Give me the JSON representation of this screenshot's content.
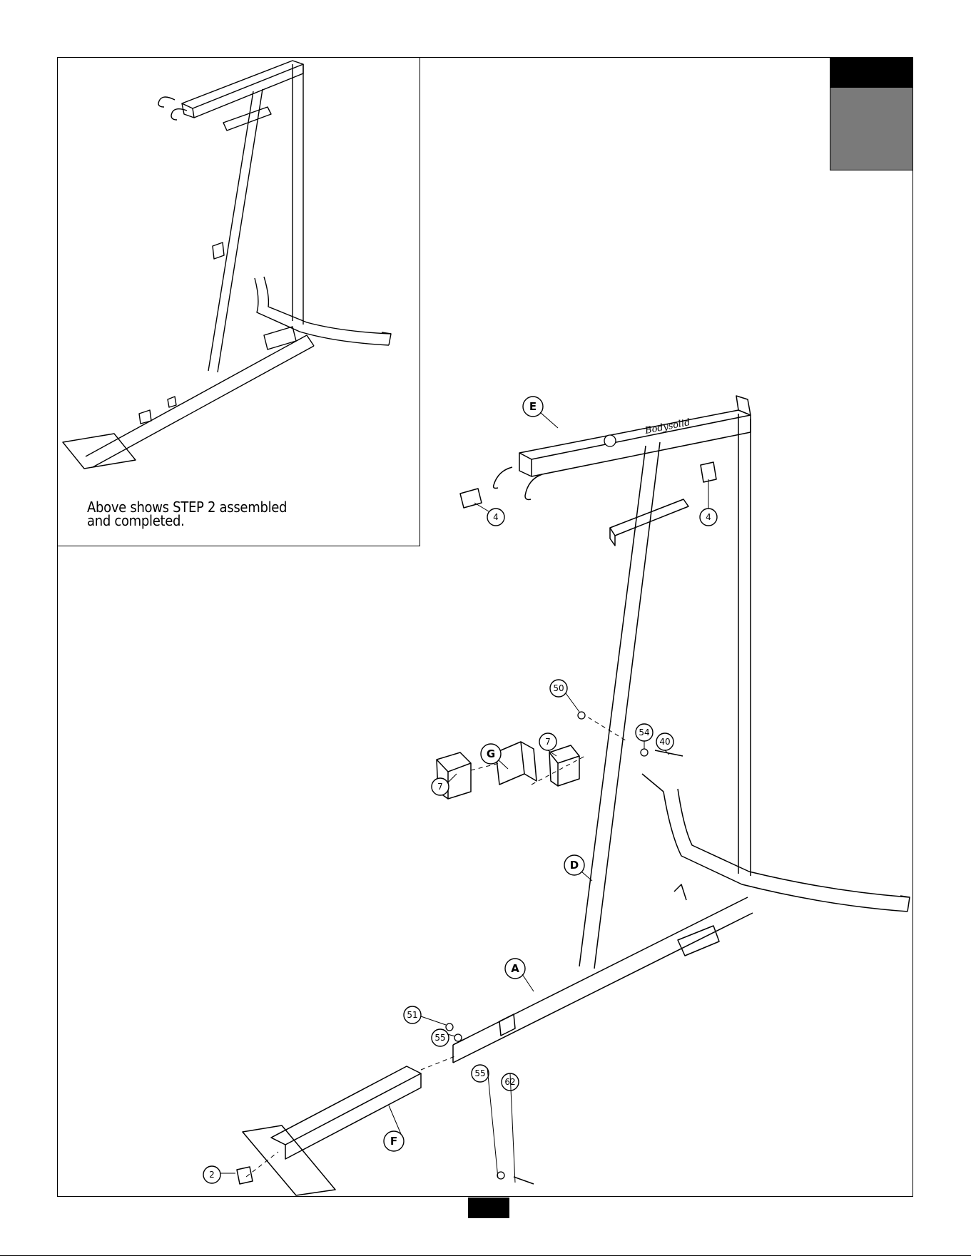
{
  "inset": {
    "caption_line1": "Above shows STEP 2 assembled",
    "caption_line2": "and completed."
  },
  "brand": {
    "frame_logo": "Bodysolid"
  },
  "callouts": {
    "E": "E",
    "D": "D",
    "G": "G",
    "A": "A",
    "F": "F",
    "p4a": "4",
    "p4b": "4",
    "p50": "50",
    "p54": "54",
    "p40": "40",
    "p7a": "7",
    "p7b": "7",
    "p51": "51",
    "p55a": "55",
    "p55b": "55",
    "p62": "62",
    "p2": "2"
  }
}
